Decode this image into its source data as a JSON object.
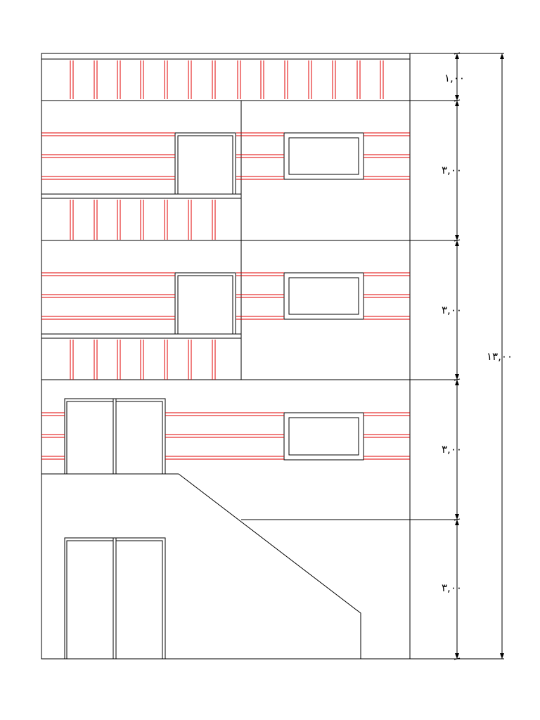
{
  "drawing": {
    "line_color": "#000000",
    "accent_color": "#e00000",
    "level_dimensions": [
      {
        "label": "۱,۰۰"
      },
      {
        "label": "۳,۰۰"
      },
      {
        "label": "۳,۰۰"
      },
      {
        "label": "۳,۰۰"
      },
      {
        "label": "۳,۰۰"
      }
    ],
    "total_dimension": {
      "label": "۱۳,۰۰"
    }
  }
}
